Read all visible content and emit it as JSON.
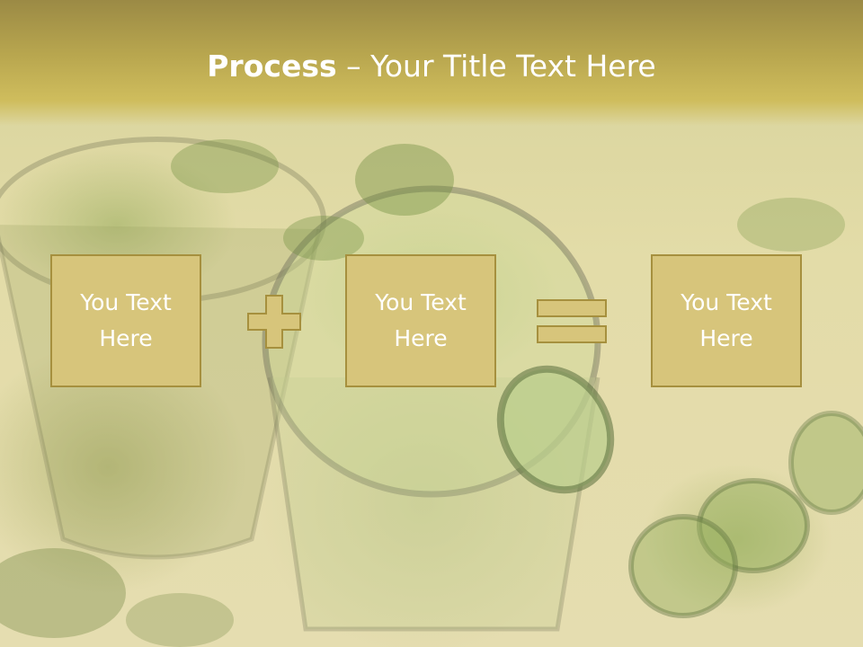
{
  "header": {
    "title_bold": "Process",
    "title_rest": " – Your Title Text Here"
  },
  "process": {
    "box1": "You Text\nHere",
    "box2": "You Text\nHere",
    "box3": "You Text\nHere",
    "plus_icon": "plus-icon",
    "equals_icon": "equals-icon"
  },
  "colors": {
    "header_gold": "#b9a74f",
    "box_fill": "#d7c57b",
    "box_border": "#a6903e",
    "text": "#ffffff"
  }
}
